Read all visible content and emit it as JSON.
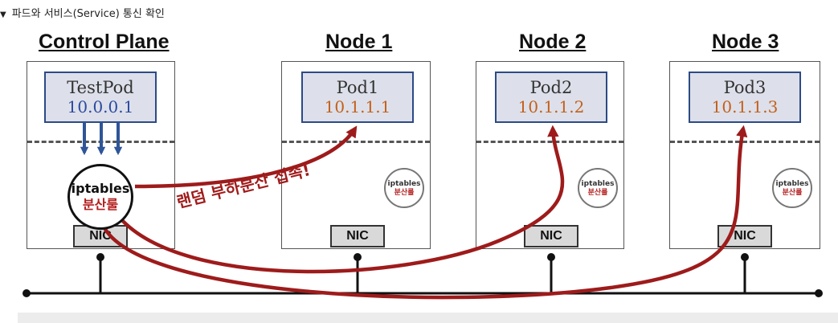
{
  "section_toggle": {
    "arrow": "▼",
    "label": "파드와 서비스(Service) 통신 확인"
  },
  "control_plane": {
    "title": "Control Plane",
    "pod": {
      "name": "TestPod",
      "ip": "10.0.0.1"
    },
    "iptables": {
      "name": "iptables",
      "rule": "분산룰"
    },
    "nic": "NIC"
  },
  "nodes": [
    {
      "title": "Node 1",
      "pod": {
        "name": "Pod1",
        "ip": "10.1.1.1"
      },
      "iptables": {
        "name": "iptables",
        "rule": "분산룰"
      },
      "nic": "NIC"
    },
    {
      "title": "Node 2",
      "pod": {
        "name": "Pod2",
        "ip": "10.1.1.2"
      },
      "iptables": {
        "name": "iptables",
        "rule": "분산룰"
      },
      "nic": "NIC"
    },
    {
      "title": "Node 3",
      "pod": {
        "name": "Pod3",
        "ip": "10.1.1.3"
      },
      "iptables": {
        "name": "iptables",
        "rule": "분산룰"
      },
      "nic": "NIC"
    }
  ],
  "annotation": "랜덤 부하분산 접속!",
  "colors": {
    "pod_fill": "#dde0ea",
    "pod_border": "#2c4a86",
    "testpod_ip": "#2c4aa0",
    "pod_ip": "#c4601c",
    "flow_arrow": "#9e1b1b",
    "down_arrow": "#2f5597",
    "rule_text": "#b32020"
  }
}
